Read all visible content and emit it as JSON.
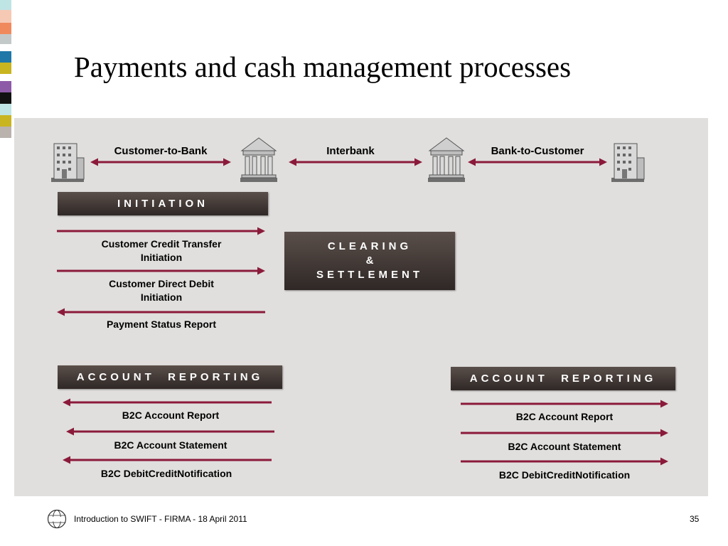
{
  "title": "Payments and cash management processes",
  "colors": {
    "arrow": "#8b1a3a",
    "box_dark": "#3a3230",
    "panel": "#e0dfdd",
    "strips": [
      "#bfe4e4",
      "#f6c9b5",
      "#f08a5d",
      "#c3c9c9",
      "#1f78a8",
      "#c9b520",
      "#8d5aa8",
      "#111111",
      "#bfe4e4",
      "#c9b520",
      "#b9b2ad"
    ]
  },
  "header": {
    "customer_to_bank": "Customer-to-Bank",
    "interbank": "Interbank",
    "bank_to_customer": "Bank-to-Customer",
    "icons": [
      "customer-building-icon",
      "bank-building-icon",
      "bank-building-icon",
      "customer-building-icon"
    ]
  },
  "initiation": {
    "label": "INITIATION",
    "items": [
      {
        "text": "Customer Credit Transfer Initiation",
        "direction": "right"
      },
      {
        "text": "Customer Direct Debit Initiation",
        "direction": "right"
      },
      {
        "text": "Payment Status Report",
        "direction": "left"
      }
    ]
  },
  "clearing": {
    "line1": "CLEARING",
    "line2": "&",
    "line3": "SETTLEMENT"
  },
  "reporting_left": {
    "label": "ACCOUNT  REPORTING",
    "items": [
      {
        "text": "B2C Account Report",
        "direction": "left"
      },
      {
        "text": "B2C Account Statement",
        "direction": "left"
      },
      {
        "text": "B2C DebitCreditNotification",
        "direction": "left"
      }
    ]
  },
  "reporting_right": {
    "label": "ACCOUNT  REPORTING",
    "items": [
      {
        "text": "B2C Account Report",
        "direction": "right"
      },
      {
        "text": "B2C Account Statement",
        "direction": "right"
      },
      {
        "text": "B2C DebitCreditNotification",
        "direction": "right"
      }
    ]
  },
  "footer": {
    "logo_icon": "swift-globe-icon",
    "text": "Introduction to SWIFT - FIRMA - 18 April 2011",
    "page": "35"
  }
}
